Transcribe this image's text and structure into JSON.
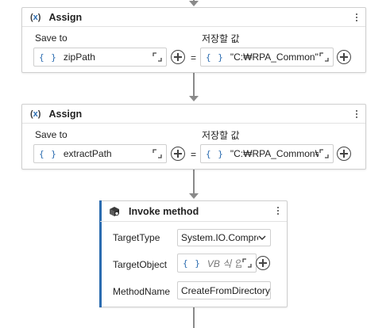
{
  "assign1": {
    "title": "Assign",
    "icon": "variable-icon",
    "save_to_label": "Save to",
    "value_label": "저장할 값",
    "save_to_value": "zipPath",
    "equals": "=",
    "value_value": "\"C:₩RPA_Common\""
  },
  "assign2": {
    "title": "Assign",
    "icon": "variable-icon",
    "save_to_label": "Save to",
    "value_label": "저장할 값",
    "save_to_value": "extractPath",
    "equals": "=",
    "value_value": "\"C:₩RPA_Common₩f"
  },
  "invoke": {
    "title": "Invoke method",
    "icon": "gear-box-icon",
    "target_type_label": "TargetType",
    "target_type_value": "System.IO.Compre",
    "target_object_label": "TargetObject",
    "target_object_placeholder": "VB 식 입",
    "method_name_label": "MethodName",
    "method_name_value": "CreateFromDirectory"
  },
  "brace_glyph": "{ }",
  "colors": {
    "accent": "#2b6cb0",
    "connector": "#8a8a8a"
  }
}
